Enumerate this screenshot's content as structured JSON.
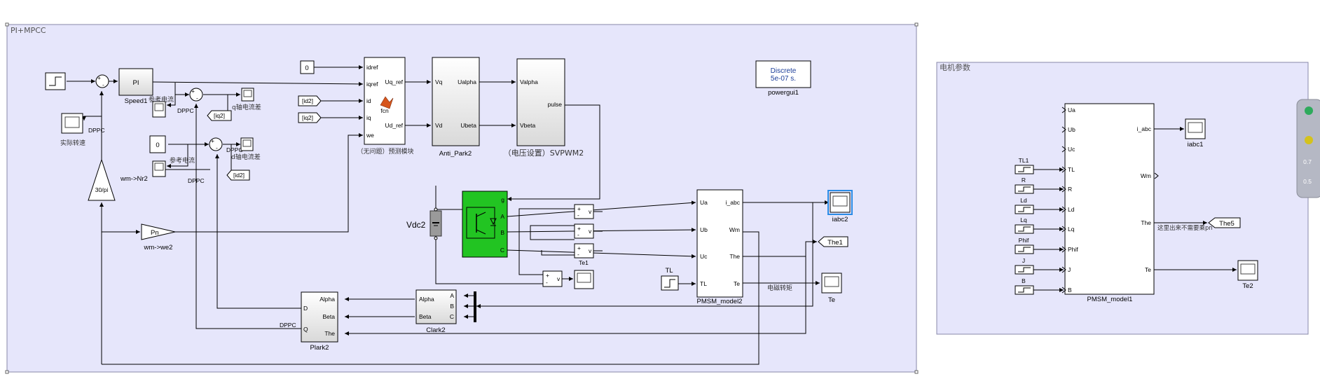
{
  "areas": {
    "main_title": "PI+MPCC",
    "params_title": "电机参数"
  },
  "blocks": {
    "speed_pi": {
      "text": "PI",
      "name": "Speed1"
    },
    "const0_top": "0",
    "const0_mid": "0",
    "goto_iq2": "[iq2]",
    "goto_id2_right": "[id2]",
    "from_id2": "[id2]",
    "from_iq2": "[iq2]",
    "dppc1": "DPPC",
    "dppc2": "DPPC",
    "dppc3": "DPPC",
    "dppc4": "DPPC",
    "dppc_plark": "DPPC",
    "label_ref_current1": "参考电流",
    "label_ref_current2": "参考电流",
    "label_q_err": "q轴电流差",
    "label_d_err": "d轴电流差",
    "scope_speed_label": "实际转速",
    "gain_30pi": "30/pi",
    "wm_nr2": "wm->Nr2",
    "pn": {
      "text": "Pn",
      "name": "wm->we2"
    },
    "fcn": {
      "in_ports": [
        "idref",
        "iqref",
        "id",
        "iq",
        "we"
      ],
      "out_ports": [
        "Uq_ref",
        "Ud_ref"
      ],
      "text": "fcn",
      "caption": "（无问题）预测模块"
    },
    "anti_park": {
      "in_ports": [
        "Vq",
        "Vd"
      ],
      "out_ports": [
        "Ualpha",
        "Ubeta"
      ],
      "name": "Anti_Park2"
    },
    "svpwm": {
      "in_ports": [
        "Valpha",
        "Vbeta"
      ],
      "out_ports": [
        "pulse"
      ],
      "name": "（电压设置）SVPWM2"
    },
    "powergui": {
      "line1": "Discrete",
      "line2": "5e-07 s.",
      "name": "powergui1"
    },
    "vdc": "Vdc2",
    "inverter_ports": [
      "g",
      "A",
      "B",
      "C"
    ],
    "volt_meter": "v",
    "te1": "Te1",
    "pmsm2": {
      "in_ports": [
        "Ua",
        "Ub",
        "Uc",
        "TL"
      ],
      "out_ports": [
        "i_abc",
        "Wm",
        "The",
        "Te"
      ],
      "name": "PMSM_model2"
    },
    "tl_step": "TL",
    "iabc2": "iabc2",
    "goto_the1": "The1",
    "te_scope": "Te",
    "label_em_torque": "电磁转矩",
    "clark": {
      "in_ports": [
        "A",
        "B",
        "C"
      ],
      "out_ports": [
        "Alpha",
        "Beta"
      ],
      "name": "Clark2"
    },
    "plark": {
      "in_ports": [
        "Alpha",
        "Beta",
        "The"
      ],
      "out_ports": [
        "D",
        "Q"
      ],
      "name": "Plark2"
    },
    "pmsm1": {
      "in_ports": [
        "Ua",
        "Ub",
        "Uc",
        "TL",
        "R",
        "Ld",
        "Lq",
        "Phif",
        "J",
        "B"
      ],
      "out_ports": [
        "i_abc",
        "Wm",
        "The",
        "Te"
      ],
      "name": "PMSM_model1"
    },
    "param_labels": [
      "TL1",
      "R",
      "Ld",
      "Lq",
      "Phif",
      "J",
      "B"
    ],
    "iabc1": "iabc1",
    "goto_the5": "The5",
    "label_the5_note": "这里出来不需要乘pn",
    "te2": "Te2"
  },
  "side_panel": {
    "val1": "0.7",
    "val2": "0.5",
    "colors": [
      "#2eaa5c",
      "#d4c21c"
    ]
  },
  "colors": {
    "area_fill": "#e6e6fb",
    "inverter_green": "#22c422",
    "selection_blue": "#2a8be6"
  }
}
